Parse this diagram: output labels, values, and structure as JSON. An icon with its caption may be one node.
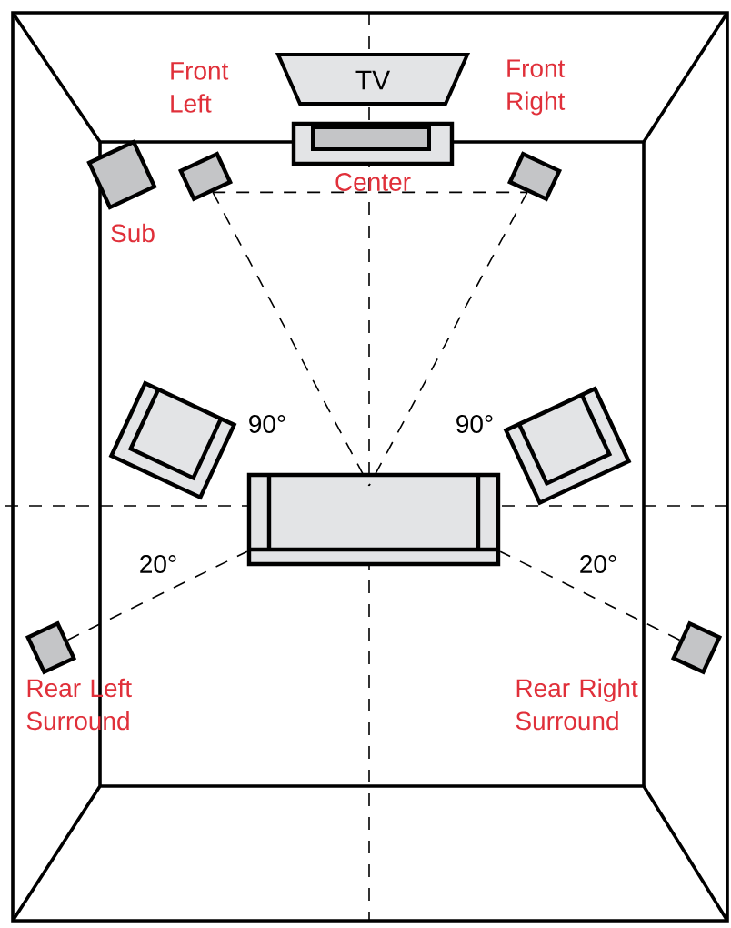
{
  "diagram": {
    "nodes": [
      {
        "text": [
          "TV"
        ]
      },
      {
        "text": [],
        "shape": "box",
        "beside": [
          "Center"
        ]
      },
      {
        "text": [],
        "shape": "box",
        "beside": [
          "Front Left"
        ]
      },
      {
        "text": [],
        "shape": "box",
        "beside": [
          "Front Right"
        ]
      },
      {
        "text": [],
        "shape": "box",
        "beside": [
          "Sub"
        ]
      },
      {
        "text": [],
        "shape": "sofa"
      },
      {
        "text": [],
        "shape": "box",
        "beside": [
          "Rear Left Surround"
        ]
      },
      {
        "text": [],
        "shape": "box",
        "beside": [
          "Rear Right Surround"
        ]
      }
    ],
    "edges": [
      {
        "from": 2,
        "to": 3,
        "arrow": "none",
        "style": "dashed"
      },
      {
        "from": 2,
        "to": 5,
        "arrow": "none",
        "style": "dashed"
      },
      {
        "from": 3,
        "to": 5,
        "arrow": "none",
        "style": "dashed"
      },
      {
        "from": 6,
        "to": 5,
        "arrow": "none",
        "style": "dashed"
      },
      {
        "from": 7,
        "to": 5,
        "arrow": "none",
        "style": "dashed"
      }
    ],
    "labels": [
      "90°",
      "90°",
      "20°",
      "20°"
    ]
  }
}
